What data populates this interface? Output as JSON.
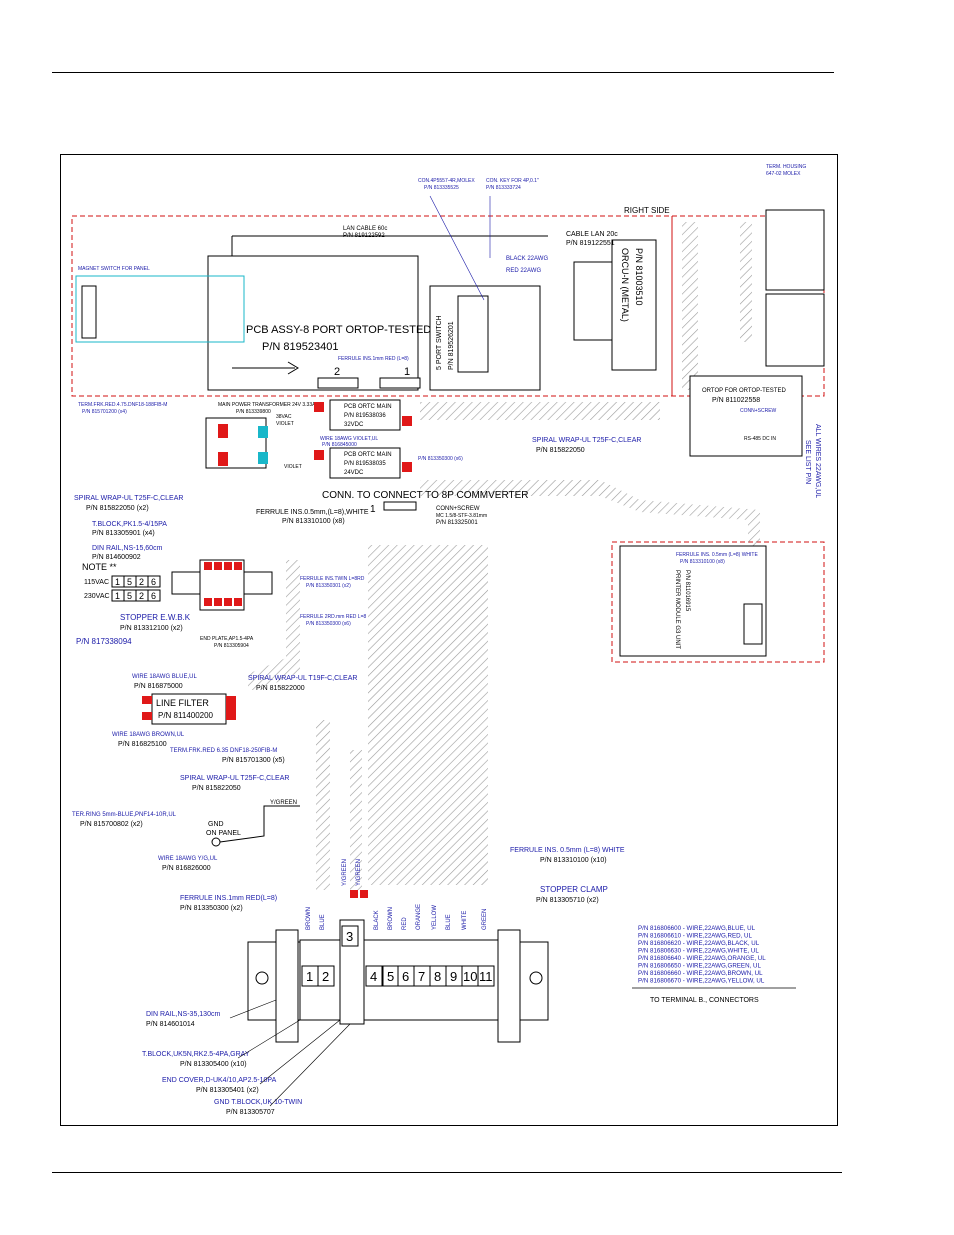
{
  "labels": {
    "right_side": "RIGHT SIDE",
    "lan_cable_60": "LAN CABLE 60c",
    "lan_cable_60_pn": "P/N 819122592",
    "cable_lan_20": "CABLE LAN 20c",
    "cable_lan_20_pn": "P/N 819122551",
    "orcu_n": "ORCU-N (METAL)",
    "orcu_pn": "P/N 81003510",
    "pcb_assy": "PCB ASSY-8 PORT ORTOP-TESTED",
    "pcb_assy_pn": "P/N 819523401",
    "magnet_switch": "MAGNET SWITCH FOR PANEL",
    "five_port_switch": "5 PORT SWITCH",
    "five_port_pn": "P/N 819526201",
    "conn_top1": "CON.4P5557-4R,MOLEX",
    "conn_top1_pn": "P/N 813335525",
    "conn_key": "CON. KEY FOR 4P,0.1\"",
    "conn_key_pn": "P/N 813333724",
    "black_22": "BLACK 22AWG",
    "red_22": "RED 22AWG",
    "ferrule_x2": "FERRULE INS.1mm RED (L=8)",
    "main_power_tr": "MAIN POWER TRANSFORMER 24V 3.33A",
    "main_power_tr_pn": "P/N 813339800",
    "term_frk": "TERM.FRK.RED.4.75.DNF18-188FIB-M",
    "term_frk_pn": "P/N 815701200 (x4)",
    "pcb_ortc_main_1": "PCB ORTC MAIN",
    "pcb_ortc_pn_1": "P/N 819538036",
    "v32": "32VDC",
    "pcb_ortc_main_2": "PCB ORTC MAIN",
    "pcb_ortc_pn_2": "P/N 819538035",
    "v24": "24VDC",
    "vac38": "38VAC",
    "violet": "VIOLET",
    "wire_violet": "WIRE 18AWG VIOLET,UL",
    "wire_violet_pn": "P/N 816845000",
    "ferrule_red_pn": "P/N 813350300 (x6)",
    "spiral_1": "SPIRAL WRAP-UL T25F-C,CLEAR",
    "spiral_1_pn": "P/N 815822050",
    "spiral_2": "SPIRAL WRAP-UL T25F-C,CLEAR",
    "spiral_2_pn": "P/N 815822050 (x2)",
    "conn_8p": "CONN. TO CONNECT TO 8P COMMVERTER",
    "ferrule_white": "FERRULE INS.0.5mm,(L=8),WHITE",
    "ferrule_white_pn": "P/N 813310100 (x8)",
    "conn_screw": "CONN+SCREW",
    "conn_screw_sub": "MC 1.5/8-STF-3.81mm",
    "conn_screw_pn": "P/N 813325001",
    "ortop": "ORTOP FOR ORTOP-TESTED",
    "ortop_pn": "P/N 811022558",
    "conn_screw2": "CONN+SCREW",
    "rs485": "RS-485 DC IN",
    "all_wires": "ALL WIRES 22AWG,UL",
    "see_list": "SEE LIST P/N",
    "term_housing": "TERM. HOUSING",
    "term_housing_sub": "647-02 MOLEX",
    "printer_module": "PRINTER MODULE G3 UNIT",
    "printer_module_pn": "P/N 811016915",
    "ferrule_printer": "FERRULE INS. 0.5mm (L=8) WHITE",
    "ferrule_printer_pn": "P/N 813310100 (x8)",
    "tblock": "T.BLOCK,PK1.5-4/15PA",
    "tblock_pn": "P/N 813305901 (x4)",
    "din_rail_15": "DIN RAIL,NS-15,60cm",
    "din_rail_15_pn": "P/N 814600902",
    "note": "NOTE **",
    "vac115": "115VAC",
    "vac230": "230VAC",
    "note_digits_115": [
      "1",
      "5",
      "2",
      "6"
    ],
    "note_digits_230": [
      "1",
      "5",
      "2",
      "6"
    ],
    "stopper": "STOPPER E.W.B.K",
    "stopper_pn": "P/N 813312100 (x2)",
    "note_pn": "P/N 817338094",
    "end_plate": "END PLATE,AP1.5-4PA",
    "end_plate_pn": "P/N 813305904",
    "ferrule_twin": "FERRULE INS.TWIN L=8RD",
    "ferrule_twin_pn": "P/N 813350301 (x2)",
    "ferrule_2": "FERRULE 2RD.mm RED L=8",
    "ferrule_2_pn": "P/N 813350300 (x6)",
    "wire_blue": "WIRE 18AWG BLUE,UL",
    "wire_blue_pn": "P/N 816875000",
    "spiral_3": "SPIRAL WRAP-UL T19F-C,CLEAR",
    "spiral_3_pn": "P/N 815822000",
    "line_filter": "LINE FILTER",
    "line_filter_pn": "P/N 811400200",
    "wire_brown": "WIRE 18AWG BROWN,UL",
    "wire_brown_pn": "P/N 816825100",
    "term_frk2": "TERM.FRK.RED 6.35 DNF18-250FIB-M",
    "term_frk2_pn": "P/N 815701300 (x5)",
    "spiral_4": "SPIRAL WRAP-UL T25F-C,CLEAR",
    "spiral_4_pn": "P/N 815822050",
    "ter_ring": "TER.RING 5mm-BLUE,PNF14-10R,UL",
    "ter_ring_pn": "P/N 815700802 (x2)",
    "gnd_on": "GND",
    "gnd_panel": "ON PANEL",
    "y_green": "Y/GREEN",
    "wire_yg": "WIRE 18AWG Y/G,UL",
    "wire_yg_pn": "P/N 816826000",
    "ferrule_red": "FERRULE INS.1mm RED(L=8)",
    "ferrule_red2_pn": "P/N 813350300 (x2)",
    "ferrule_white_10": "FERRULE INS. 0.5mm (L=8) WHITE",
    "ferrule_white_10_pn": "P/N 813310100 (x10)",
    "stopper_clamp": "STOPPER CLAMP",
    "stopper_clamp_pn": "P/N 813305710 (x2)",
    "din_rail_35": "DIN RAIL,NS-35,130cm",
    "din_rail_35_pn": "P/N 814601014",
    "tblock_uk": "T.BLOCK,UK5N,RK2.5-4PA,GRAY",
    "tblock_uk_pn": "P/N 813305400 (x10)",
    "end_cover": "END COVER,D-UK4/10,AP2.5-10PA",
    "end_cover_pn": "P/N 813305401 (x2)",
    "gnd_tblock": "GND T.BLOCK,UK 10-TWIN",
    "gnd_tblock_pn": "P/N 813305707",
    "to_terminal": "TO TERMINAL B., CONNECTORS",
    "brown": "BROWN",
    "blue": "BLUE",
    "y_green_v": "Y/GREEN",
    "black": "BLACK",
    "red": "RED",
    "orange": "ORANGE",
    "yellow": "YELLOW",
    "white": "WHITE",
    "green": "GREEN"
  },
  "terminal_numbers": [
    "1",
    "2",
    "3",
    "4",
    "5",
    "6",
    "7",
    "8",
    "9",
    "10",
    "11"
  ],
  "small_numbers": {
    "conn2": "2",
    "conn1": "1",
    "conn_8p_1": "1"
  },
  "wire_list": [
    "P/N 816806600 - WIRE,22AWG,BLUE, UL",
    "P/N 816806610 - WIRE,22AWG,RED, UL",
    "P/N 816806620 - WIRE,22AWG,BLACK, UL",
    "P/N 816806630 - WIRE,22AWG,WHITE, UL",
    "P/N 816806640 - WIRE,22AWG,ORANGE, UL",
    "P/N 816806650 - WIRE,22AWG,GREEN, UL",
    "P/N 816806660 - WIRE,22AWG,BROWN, UL",
    "P/N 816806670 - WIRE,22AWG,YELLOW, UL"
  ],
  "colors": {
    "accent_blue": "#1a1aa8",
    "red_dashed": "#d01010",
    "red_fill": "#e01818",
    "cyan": "#19b7c9",
    "hatch": "#8a8a8a"
  }
}
